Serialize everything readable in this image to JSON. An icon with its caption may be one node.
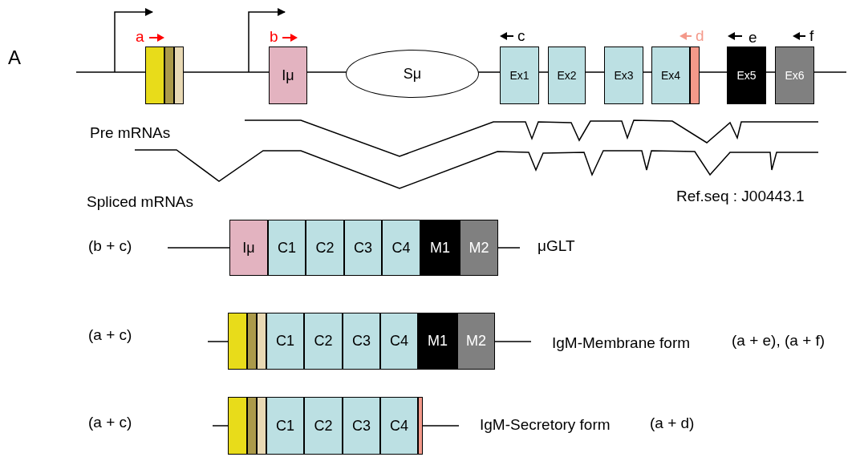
{
  "diagram": {
    "nodes": [
      {
        "text": [],
        "shape": "box"
      },
      {
        "text": [],
        "shape": "box"
      },
      {
        "text": [],
        "shape": "box"
      },
      {
        "text": [
          "Iμ"
        ]
      },
      {
        "text": [
          "Sμ"
        ]
      },
      {
        "text": [
          "Ex1"
        ]
      },
      {
        "text": [
          "Ex2"
        ]
      },
      {
        "text": [
          "Ex3"
        ]
      },
      {
        "text": [
          "Ex4"
        ]
      },
      {
        "text": [],
        "shape": "box"
      },
      {
        "text": [
          "Ex5"
        ]
      },
      {
        "text": [
          "Ex6"
        ]
      },
      {
        "text": [
          "Iμ"
        ]
      },
      {
        "text": [
          "C1"
        ]
      },
      {
        "text": [
          "C2"
        ]
      },
      {
        "text": [
          "C3"
        ]
      },
      {
        "text": [
          "C4"
        ]
      },
      {
        "text": [
          "M1"
        ]
      },
      {
        "text": [
          "M2"
        ]
      },
      {
        "text": [],
        "shape": "box"
      },
      {
        "text": [],
        "shape": "box"
      },
      {
        "text": [],
        "shape": "box"
      },
      {
        "text": [
          "C1"
        ]
      },
      {
        "text": [
          "C2"
        ]
      },
      {
        "text": [
          "C3"
        ]
      },
      {
        "text": [
          "C4"
        ]
      },
      {
        "text": [
          "M1"
        ]
      },
      {
        "text": [
          "M2"
        ]
      },
      {
        "text": [],
        "shape": "box"
      },
      {
        "text": [],
        "shape": "box"
      },
      {
        "text": [],
        "shape": "box"
      },
      {
        "text": [
          "C1"
        ]
      },
      {
        "text": [
          "C2"
        ]
      },
      {
        "text": [
          "C3"
        ]
      },
      {
        "text": [
          "C4"
        ]
      },
      {
        "text": [],
        "shape": "box"
      }
    ],
    "labels": [
      "A",
      "a",
      "b",
      "c",
      "d",
      "e",
      "f",
      "Pre mRNAs",
      "Spliced mRNAs",
      "Ref.seq : J00443.1",
      "(b + c)",
      "μGLT",
      "(a + c)",
      "IgM-Membrane form",
      "(a + e), (a + f)",
      "(a + c)",
      "IgM-Secretory form",
      "(a + d)"
    ]
  }
}
